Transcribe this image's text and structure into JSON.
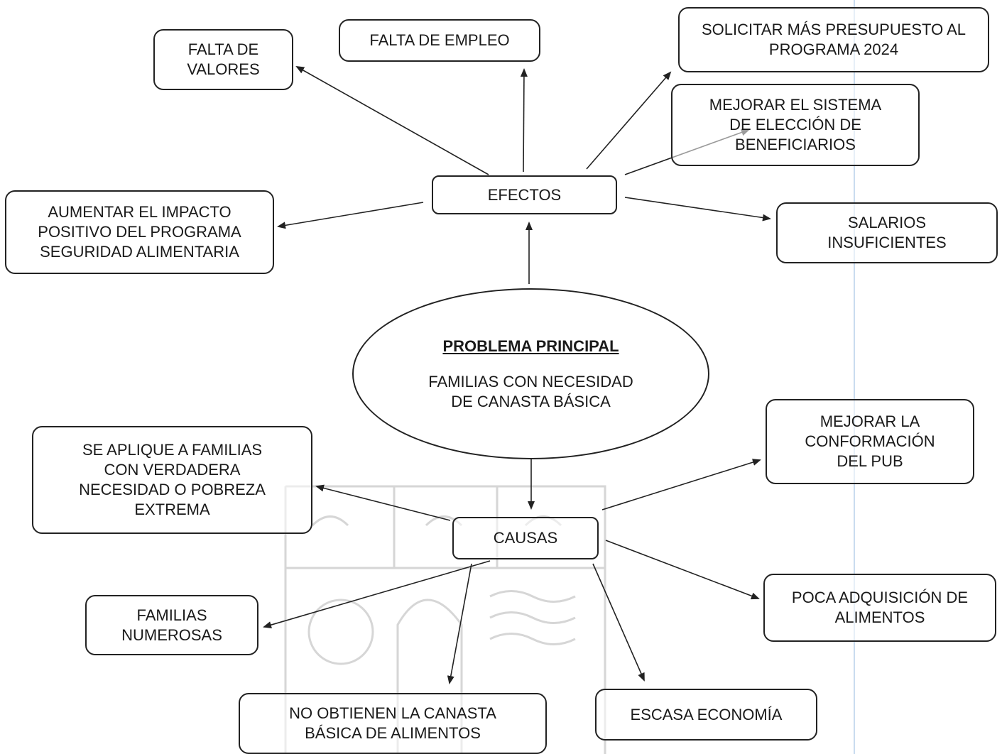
{
  "main": {
    "title": "PROBLEMA PRINCIPAL",
    "text": "FAMILIAS CON NECESIDAD DE CANASTA BÁSICA"
  },
  "efectos": {
    "label": "EFECTOS",
    "items": [
      "FALTA DE VALORES",
      "FALTA DE EMPLEO",
      "SOLICITAR MÁS PRESUPUESTO AL PROGRAMA 2024",
      "MEJORAR EL SISTEMA DE ELECCIÓN DE BENEFICIARIOS",
      "AUMENTAR EL IMPACTO POSITIVO DEL PROGRAMA SEGURIDAD ALIMENTARIA",
      "SALARIOS INSUFICIENTES"
    ]
  },
  "causas": {
    "label": "CAUSAS",
    "items": [
      "SE APLIQUE A FAMILIAS CON VERDADERA NECESIDAD O POBREZA EXTREMA",
      "MEJORAR LA CONFORMACIÓN DEL PUB",
      "FAMILIAS NUMEROSAS",
      "POCA ADQUISICIÓN DE ALIMENTOS",
      "NO OBTIENEN LA CANASTA BÁSICA DE ALIMENTOS",
      "ESCASA ECONOMÍA"
    ]
  },
  "colors": {
    "line": "#222222",
    "watermark": "#bfbfbf",
    "margin_line": "#c9dcef"
  }
}
